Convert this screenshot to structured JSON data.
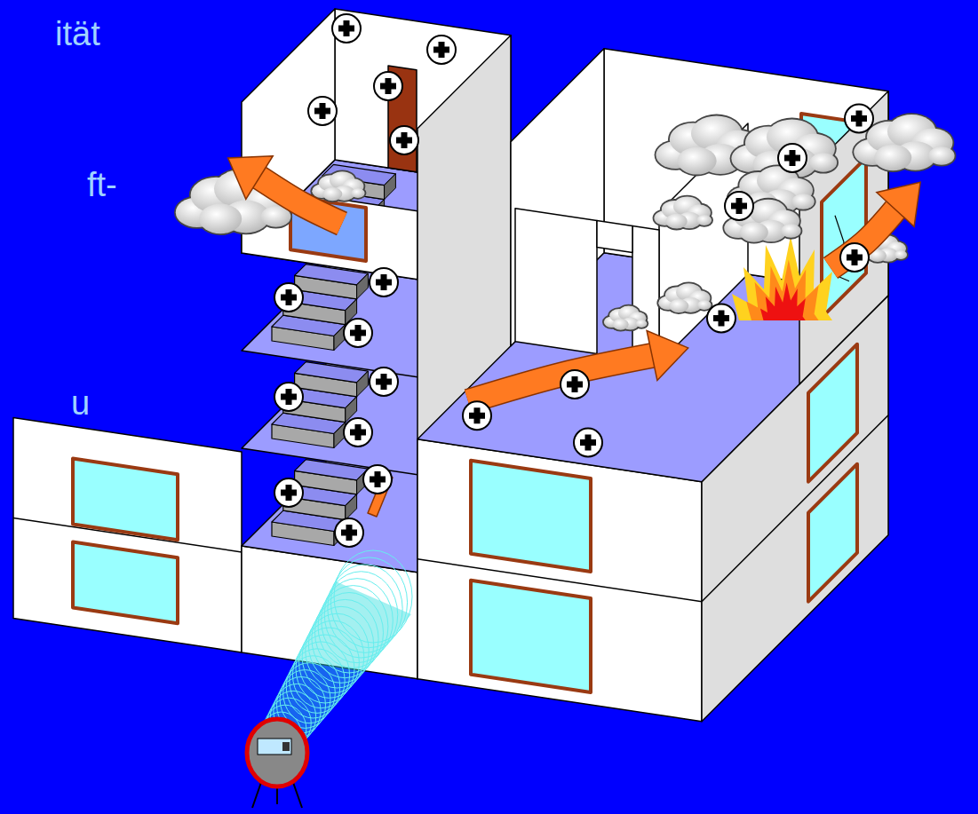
{
  "diagram": {
    "labels": [
      "ität",
      "ft-",
      "u"
    ]
  }
}
